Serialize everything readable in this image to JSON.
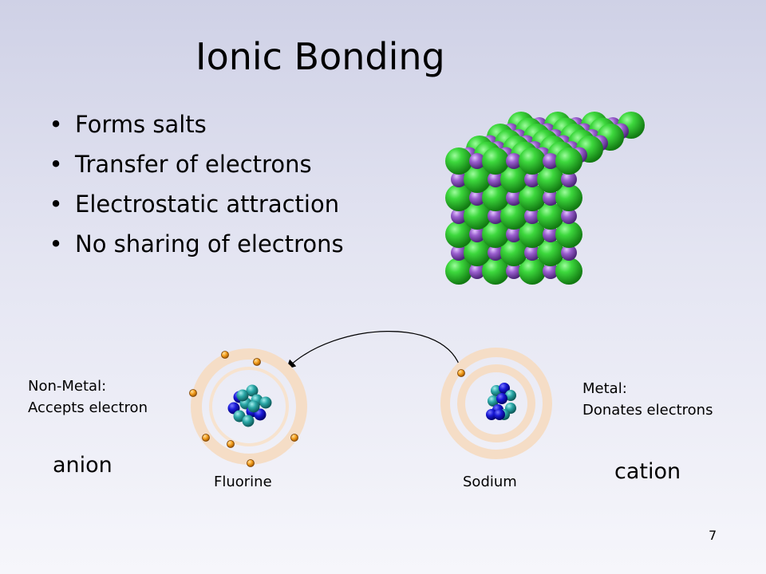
{
  "slide": {
    "title": "Ionic Bonding",
    "bullets": [
      "Forms salts",
      "Transfer of electrons",
      "Electrostatic attraction",
      "No sharing of electrons"
    ],
    "bullet_glyph": "•",
    "page_number": "7"
  },
  "atoms": {
    "left": {
      "name": "Fluorine",
      "type_line1": "Non-Metal:",
      "type_line2": "Accepts electron",
      "ion": "anion"
    },
    "right": {
      "name": "Sodium",
      "type_line1": "Metal:",
      "type_line2": "Donates electrons",
      "ion": "cation"
    }
  },
  "colors": {
    "sodium_ion": "#9b5fcf",
    "chloride_ion": "#3cc83c",
    "electron": "#f5a020",
    "proton": "#1a1ad8",
    "neutron": "#2aa7a7",
    "shell": "#f5ddc6"
  }
}
